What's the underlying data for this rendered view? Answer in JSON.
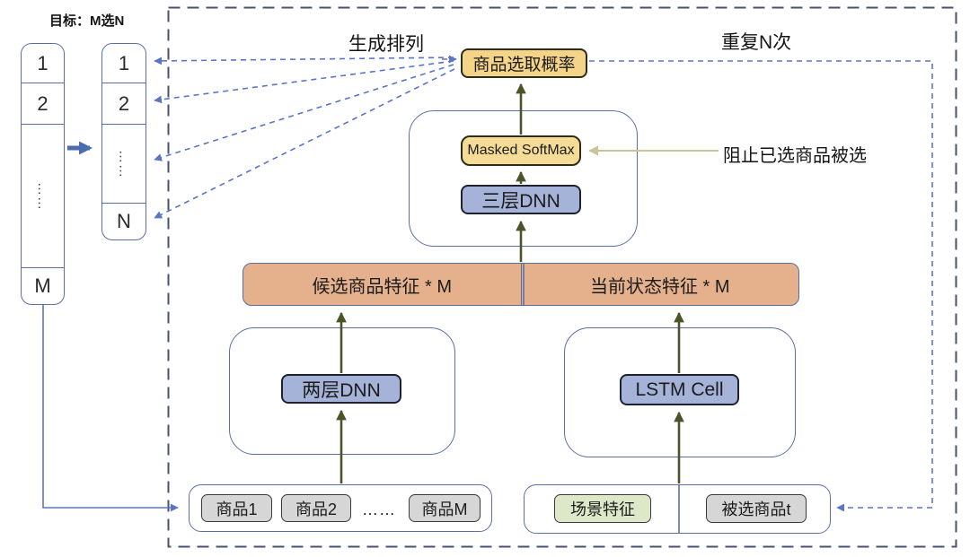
{
  "header": {
    "goal": "目标：M选N",
    "generate_label": "生成排列",
    "repeat_label": "重复N次"
  },
  "left_column": {
    "cells": [
      "1",
      "2",
      "……",
      "M"
    ]
  },
  "right_column": {
    "cells": [
      "1",
      "2",
      "……",
      "N"
    ]
  },
  "nodes": {
    "prob": "商品选取概率",
    "masked_softmax": "Masked SoftMax",
    "dnn3": "三层DNN",
    "feat_left": "候选商品特征 * M",
    "feat_right": "当前状态特征 * M",
    "dnn2": "两层DNN",
    "lstm": "LSTM Cell",
    "item1": "商品1",
    "item2": "商品2",
    "item_dots": "……",
    "itemM": "商品M",
    "scene": "场景特征",
    "selected": "被选商品t"
  },
  "annotations": {
    "block_note": "阻止已选商品被选"
  },
  "colors": {
    "accent_blue": "#5b74c8",
    "container_border": "#5a6fa8",
    "outer_dash_border": "#47536e",
    "yellow_fill": "#f3d488",
    "softmax_fill": "#f5dc96",
    "blue_box_fill": "#a5b3d8",
    "salmon_fill": "#e5b18d",
    "green_fill": "#dce8c8",
    "gray_fill": "#d6d6d6",
    "olive_arrow": "#4b5429",
    "khaki_line": "#c8c49c"
  }
}
